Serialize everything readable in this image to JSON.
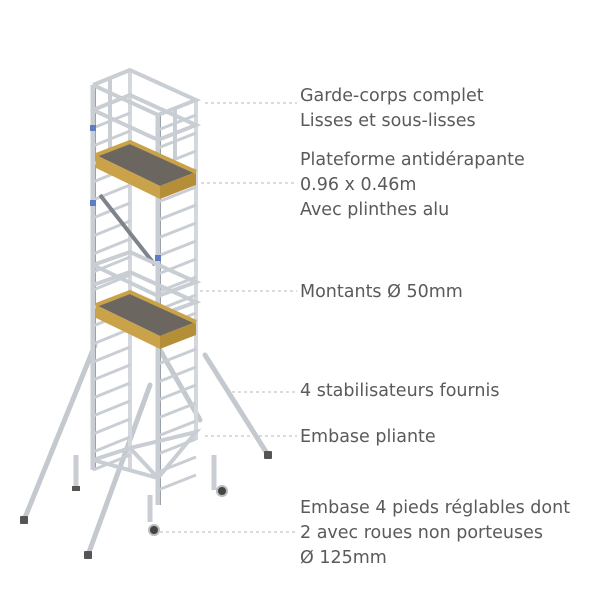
{
  "callouts": [
    {
      "lines": [
        "Garde-corps complet",
        "Lisses et sous-lisses"
      ]
    },
    {
      "lines": [
        "Plateforme antidérapante",
        "0.96 x 0.46m",
        "Avec plinthes alu"
      ]
    },
    {
      "lines": [
        "Montants Ø 50mm"
      ]
    },
    {
      "lines": [
        "4 stabilisateurs fournis"
      ]
    },
    {
      "lines": [
        "Embase pliante"
      ]
    },
    {
      "lines": [
        "Embase 4 pieds réglables dont",
        "2 avec roues non porteuses",
        "Ø 125mm"
      ]
    }
  ],
  "colors": {
    "frame": "#c9ced4",
    "frame_dark": "#8f969e",
    "platform_wood": "#c9a24a",
    "platform_deck": "#6b6660",
    "text": "#5a5a5a",
    "leader": "#b8b8b8"
  }
}
